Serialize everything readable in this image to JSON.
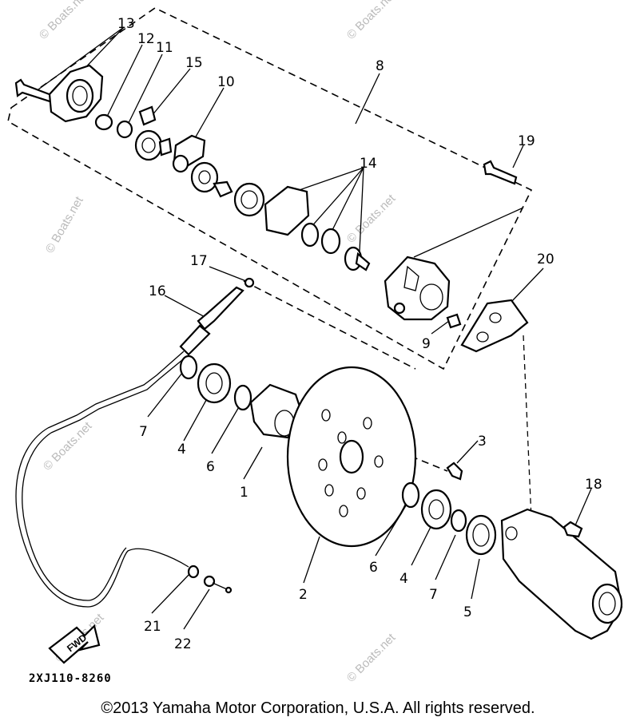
{
  "callouts": [
    {
      "id": "13",
      "label": "13"
    },
    {
      "id": "12",
      "label": "12"
    },
    {
      "id": "11",
      "label": "11"
    },
    {
      "id": "15",
      "label": "15"
    },
    {
      "id": "10",
      "label": "10"
    },
    {
      "id": "8",
      "label": "8"
    },
    {
      "id": "19",
      "label": "19"
    },
    {
      "id": "14",
      "label": "14"
    },
    {
      "id": "17",
      "label": "17"
    },
    {
      "id": "16",
      "label": "16"
    },
    {
      "id": "20",
      "label": "20"
    },
    {
      "id": "9",
      "label": "9"
    },
    {
      "id": "7a",
      "label": "7"
    },
    {
      "id": "4a",
      "label": "4"
    },
    {
      "id": "6a",
      "label": "6"
    },
    {
      "id": "1",
      "label": "1"
    },
    {
      "id": "3",
      "label": "3"
    },
    {
      "id": "18",
      "label": "18"
    },
    {
      "id": "6b",
      "label": "6"
    },
    {
      "id": "4b",
      "label": "4"
    },
    {
      "id": "7b",
      "label": "7"
    },
    {
      "id": "5",
      "label": "5"
    },
    {
      "id": "2",
      "label": "2"
    },
    {
      "id": "21",
      "label": "21"
    },
    {
      "id": "22",
      "label": "22"
    }
  ],
  "fwd_label": "FWD",
  "diagram_code": "2XJ110-8260",
  "watermark": "© Boats.net",
  "copyright": "©2013 Yamaha Motor Corporation, U.S.A. All rights reserved."
}
